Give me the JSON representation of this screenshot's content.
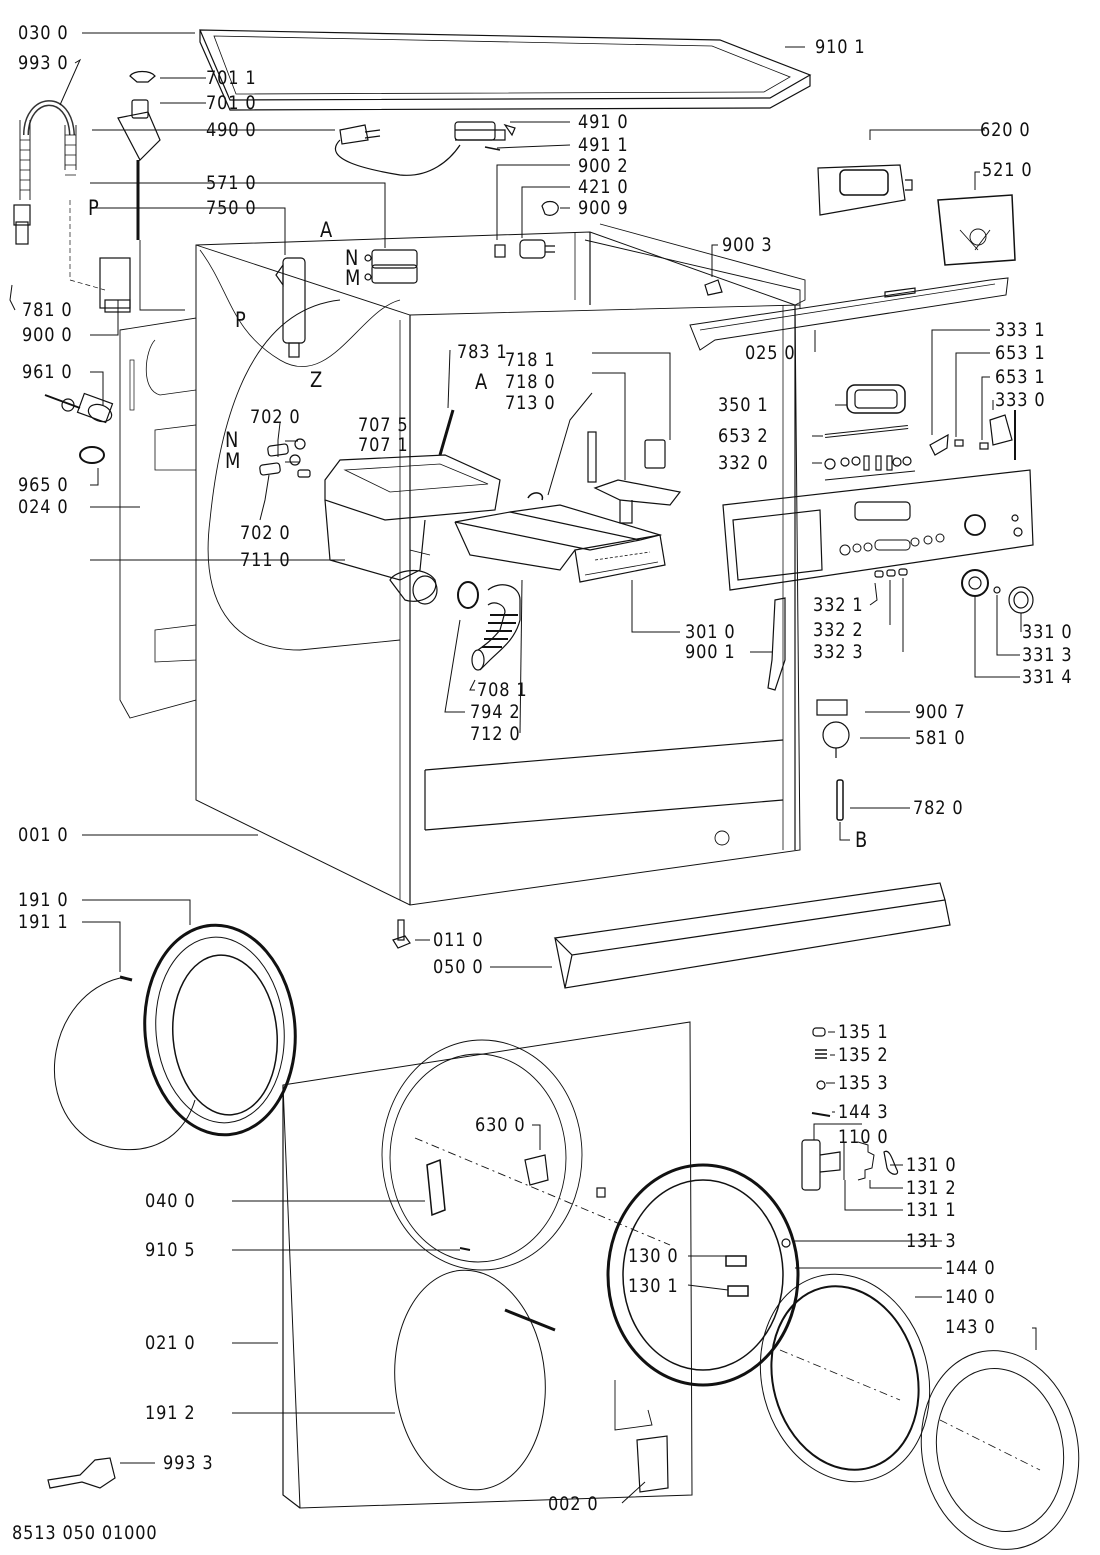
{
  "diagram": {
    "title": "Washing machine exploded parts diagram",
    "footer_code": "8513 050 01000",
    "parts": [
      {
        "id": "p0300",
        "label": "030 0"
      },
      {
        "id": "p9930",
        "label": "993 0"
      },
      {
        "id": "p7011",
        "label": "701 1"
      },
      {
        "id": "p7010",
        "label": "701 0"
      },
      {
        "id": "p4900",
        "label": "490 0"
      },
      {
        "id": "p5710",
        "label": "571 0"
      },
      {
        "id": "p7500",
        "label": "750 0"
      },
      {
        "id": "p7810",
        "label": "781 0"
      },
      {
        "id": "p9000",
        "label": "900 0"
      },
      {
        "id": "p9610",
        "label": "961 0"
      },
      {
        "id": "p9650",
        "label": "965 0"
      },
      {
        "id": "p0240",
        "label": "024 0"
      },
      {
        "id": "p7020a",
        "label": "702 0"
      },
      {
        "id": "p7020b",
        "label": "702 0"
      },
      {
        "id": "p7075",
        "label": "707 5"
      },
      {
        "id": "p7071",
        "label": "707 1"
      },
      {
        "id": "p7110",
        "label": "711 0"
      },
      {
        "id": "p7831",
        "label": "783 1"
      },
      {
        "id": "p7181",
        "label": "718 1"
      },
      {
        "id": "p7180",
        "label": "718 0"
      },
      {
        "id": "p7130",
        "label": "713 0"
      },
      {
        "id": "p4910",
        "label": "491 0"
      },
      {
        "id": "p4911",
        "label": "491 1"
      },
      {
        "id": "p9002",
        "label": "900 2"
      },
      {
        "id": "p4210",
        "label": "421 0"
      },
      {
        "id": "p9009",
        "label": "900 9"
      },
      {
        "id": "p9101",
        "label": "910 1"
      },
      {
        "id": "p6200",
        "label": "620 0"
      },
      {
        "id": "p5210",
        "label": "521 0"
      },
      {
        "id": "p9003",
        "label": "900 3"
      },
      {
        "id": "p0250",
        "label": "025 0"
      },
      {
        "id": "p3331",
        "label": "333 1"
      },
      {
        "id": "p6531a",
        "label": "653 1"
      },
      {
        "id": "p6531b",
        "label": "653 1"
      },
      {
        "id": "p3330",
        "label": "333 0"
      },
      {
        "id": "p3501",
        "label": "350 1"
      },
      {
        "id": "p6532",
        "label": "653 2"
      },
      {
        "id": "p3320",
        "label": "332 0"
      },
      {
        "id": "p3010",
        "label": "301 0"
      },
      {
        "id": "p9001",
        "label": "900 1"
      },
      {
        "id": "p3321",
        "label": "332 1"
      },
      {
        "id": "p3322",
        "label": "332 2"
      },
      {
        "id": "p3323",
        "label": "332 3"
      },
      {
        "id": "p3310",
        "label": "331 0"
      },
      {
        "id": "p3313",
        "label": "331 3"
      },
      {
        "id": "p3314",
        "label": "331 4"
      },
      {
        "id": "p9007",
        "label": "900 7"
      },
      {
        "id": "p5810",
        "label": "581 0"
      },
      {
        "id": "p7820",
        "label": "782 0"
      },
      {
        "id": "p7081",
        "label": "708 1"
      },
      {
        "id": "p7942",
        "label": "794 2"
      },
      {
        "id": "p7120",
        "label": "712 0"
      },
      {
        "id": "p0010",
        "label": "001 0"
      },
      {
        "id": "p1910",
        "label": "191 0"
      },
      {
        "id": "p1911",
        "label": "191 1"
      },
      {
        "id": "p0110",
        "label": "011 0"
      },
      {
        "id": "p0500",
        "label": "050 0"
      },
      {
        "id": "p1351",
        "label": "135 1"
      },
      {
        "id": "p1352",
        "label": "135 2"
      },
      {
        "id": "p1353",
        "label": "135 3"
      },
      {
        "id": "p1443",
        "label": "144 3"
      },
      {
        "id": "p1100",
        "label": "110 0"
      },
      {
        "id": "p1310",
        "label": "131 0"
      },
      {
        "id": "p1312",
        "label": "131 2"
      },
      {
        "id": "p1311",
        "label": "131 1"
      },
      {
        "id": "p1313",
        "label": "131 3"
      },
      {
        "id": "p1440",
        "label": "144 0"
      },
      {
        "id": "p1400",
        "label": "140 0"
      },
      {
        "id": "p1430",
        "label": "143 0"
      },
      {
        "id": "p6300",
        "label": "630 0"
      },
      {
        "id": "p0400",
        "label": "040 0"
      },
      {
        "id": "p9105",
        "label": "910 5"
      },
      {
        "id": "p1300",
        "label": "130 0"
      },
      {
        "id": "p1301",
        "label": "130 1"
      },
      {
        "id": "p0210",
        "label": "021 0"
      },
      {
        "id": "p1912",
        "label": "191 2"
      },
      {
        "id": "p9933",
        "label": "993 3"
      },
      {
        "id": "p0020",
        "label": "002 0"
      }
    ],
    "refs": {
      "P1": "P",
      "P2": "P",
      "A1": "A",
      "A2": "A",
      "N1": "N",
      "M1": "M",
      "N2": "N",
      "M2": "M",
      "Z": "Z",
      "B": "B"
    }
  }
}
